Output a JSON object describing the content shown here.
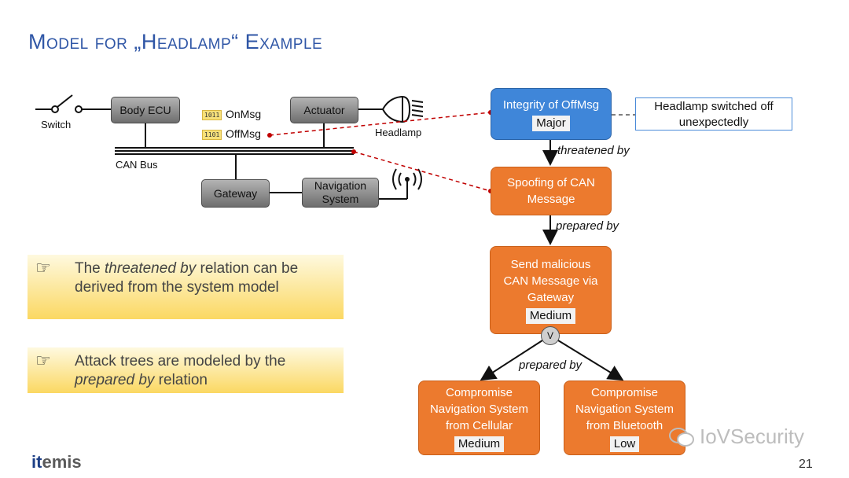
{
  "title": "Model for „Headlamp“ Example",
  "system_model": {
    "switch_label": "Switch",
    "body_ecu": "Body ECU",
    "actuator": "Actuator",
    "headlamp_label": "Headlamp",
    "can_bus_label": "CAN Bus",
    "gateway": "Gateway",
    "navigation_system": "Navigation System",
    "messages": [
      {
        "code": "1011",
        "name": "OnMsg"
      },
      {
        "code": "1101",
        "name": "OffMsg"
      }
    ]
  },
  "attack_tree": {
    "root": {
      "label": "Integrity of OffMsg",
      "rating": "Major"
    },
    "root_note": "Headlamp switched off unexpectedly",
    "relation_1": "threatened by",
    "threat": {
      "label": "Spoofing of CAN Message"
    },
    "relation_2": "prepared by",
    "attack": {
      "label": "Send malicious CAN Message via Gateway",
      "rating": "Medium"
    },
    "or_gate": "V",
    "relation_3": "prepared by",
    "leaf_left": {
      "label": "Compromise Navigation System from Cellular",
      "rating": "Medium"
    },
    "leaf_right": {
      "label": "Compromise Navigation System from Bluetooth",
      "rating": "Low"
    }
  },
  "tips": [
    {
      "pre": "The ",
      "em": "threatened by",
      "post": " relation can be derived from the system model"
    },
    {
      "pre": "Attack trees are modeled by the ",
      "em": "prepared by",
      "post": " relation"
    }
  ],
  "footer": {
    "logo_a": "it",
    "logo_b": "emis",
    "page_number": "21",
    "watermark": "IoVSecurity"
  },
  "colors": {
    "title": "#2f56a6",
    "blue_node": "#3f86d9",
    "orange_node": "#ec7a2e",
    "link_red": "#c00000",
    "tip_yellow": "#fbd862"
  }
}
